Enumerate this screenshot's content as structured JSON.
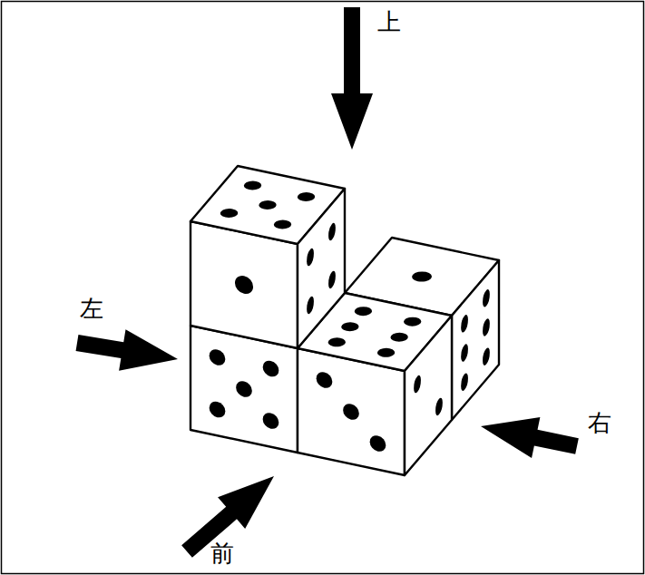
{
  "diagram": {
    "labels": [
      "上",
      "左",
      "右",
      "前"
    ]
  }
}
